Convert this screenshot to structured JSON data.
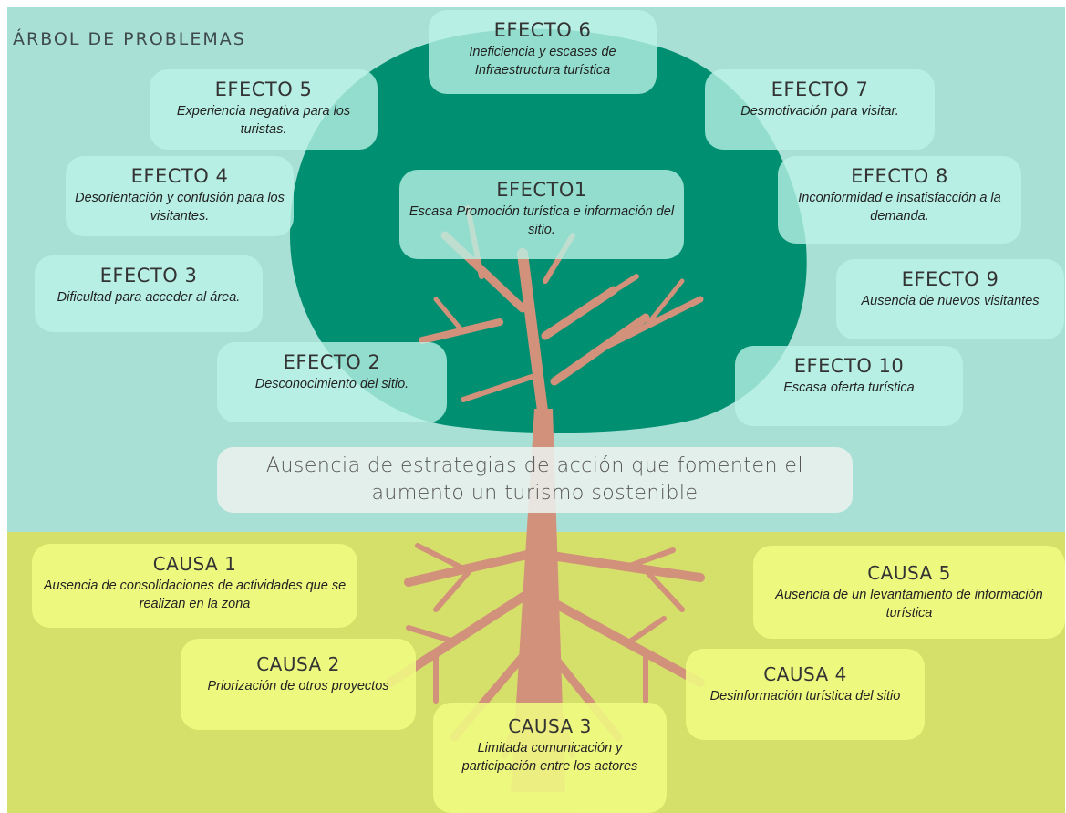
{
  "title": "ÁRBOL DE PROBLEMAS",
  "colors": {
    "sky": "#a8e0d6",
    "ground": "#d5e06a",
    "canopy": "#008f70",
    "trunk": "#d2917a"
  },
  "central_problem": "Ausencia de estrategias de acción que fomenten el aumento un turismo sostenible",
  "effects": [
    {
      "title": "EFECTO1",
      "text": "Escasa Promoción turística e información del sitio."
    },
    {
      "title": "EFECTO 2",
      "text": "Desconocimiento del sitio."
    },
    {
      "title": "EFECTO 3",
      "text": "Dificultad para acceder al área."
    },
    {
      "title": "EFECTO 4",
      "text": "Desorientación y confusión para los visitantes."
    },
    {
      "title": "EFECTO 5",
      "text": "Experiencia negativa para los turistas."
    },
    {
      "title": "EFECTO 6",
      "text": "Ineficiencia y escases de Infraestructura turística"
    },
    {
      "title": "EFECTO 7",
      "text": "Desmotivación para visitar."
    },
    {
      "title": "EFECTO 8",
      "text": "Inconformidad e insatisfacción a la demanda."
    },
    {
      "title": "EFECTO 9",
      "text": "Ausencia de nuevos visitantes"
    },
    {
      "title": "EFECTO 10",
      "text": "Escasa oferta turística"
    }
  ],
  "causes": [
    {
      "title": "CAUSA 1",
      "text": "Ausencia de consolidaciones de actividades que se realizan en la zona"
    },
    {
      "title": "CAUSA 2",
      "text": "Priorización de otros proyectos"
    },
    {
      "title": "CAUSA 3",
      "text": "Limitada comunicación y participación  entre los actores"
    },
    {
      "title": "CAUSA 4",
      "text": "Desinformación turística del sitio"
    },
    {
      "title": "CAUSA 5",
      "text": "Ausencia de un levantamiento de información turística"
    }
  ]
}
